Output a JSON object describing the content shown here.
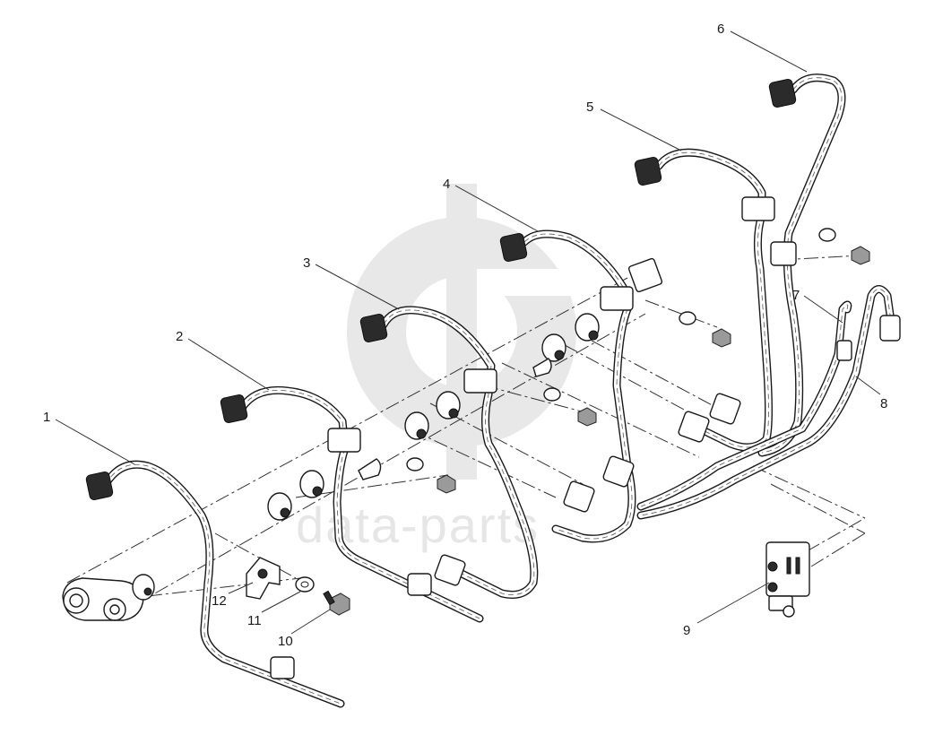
{
  "watermark": {
    "text": "data-parts",
    "monogram": "GB"
  },
  "callouts": [
    {
      "id": "1",
      "label": "1"
    },
    {
      "id": "2",
      "label": "2"
    },
    {
      "id": "3",
      "label": "3"
    },
    {
      "id": "4",
      "label": "4"
    },
    {
      "id": "5",
      "label": "5"
    },
    {
      "id": "6",
      "label": "6"
    },
    {
      "id": "7",
      "label": "7"
    },
    {
      "id": "8",
      "label": "8"
    },
    {
      "id": "9",
      "label": "9"
    },
    {
      "id": "10",
      "label": "10"
    },
    {
      "id": "11",
      "label": "11"
    },
    {
      "id": "12",
      "label": "12"
    }
  ],
  "colors": {
    "line": "#1a1a1a",
    "watermark": "#e8e8e8",
    "background": "#ffffff"
  }
}
